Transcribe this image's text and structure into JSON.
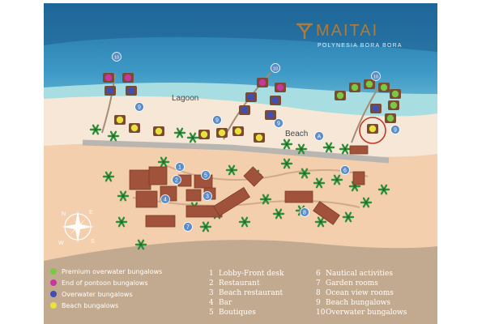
{
  "brand": {
    "name": "MAITAI",
    "tagline": "POLYNESIA BORA BORA",
    "color": "#b07a3a"
  },
  "areas": {
    "lagoon": "Lagoon",
    "beach": "Beach"
  },
  "compass": [
    "N",
    "E",
    "S",
    "W"
  ],
  "legend": [
    {
      "label": "Premium overwater bungalows",
      "color": "#7ac943"
    },
    {
      "label": "End of pontoon bungalows",
      "color": "#c8379b"
    },
    {
      "label": "Overwater bungalows",
      "color": "#3f4fb4"
    },
    {
      "label": "Beach bungalows",
      "color": "#e8e23a"
    }
  ],
  "key": [
    {
      "num": "1",
      "label": "Lobby-Front desk"
    },
    {
      "num": "2",
      "label": "Restaurant"
    },
    {
      "num": "3",
      "label": "Beach restaurant"
    },
    {
      "num": "4",
      "label": "Bar"
    },
    {
      "num": "5",
      "label": "Boutiques"
    },
    {
      "num": "6",
      "label": "Nautical activities"
    },
    {
      "num": "7",
      "label": "Garden rooms"
    },
    {
      "num": "8",
      "label": "Ocean view rooms"
    },
    {
      "num": "9",
      "label": "Beach bungalows"
    },
    {
      "num": "10",
      "label": "Overwater bungalows"
    }
  ],
  "markers": [
    "10",
    "10",
    "10",
    "9",
    "9",
    "9",
    "9",
    "1",
    "2",
    "3",
    "4",
    "5",
    "6",
    "7",
    "8",
    "A"
  ],
  "colors": {
    "ocean": "#2f87b8",
    "lagoon": "#7fc6d8",
    "sand": "#f4d3b4",
    "ground": "#c3ab92",
    "building": "#a0523a",
    "marker": "#5b8ec9",
    "highlight": "#c0392b"
  }
}
